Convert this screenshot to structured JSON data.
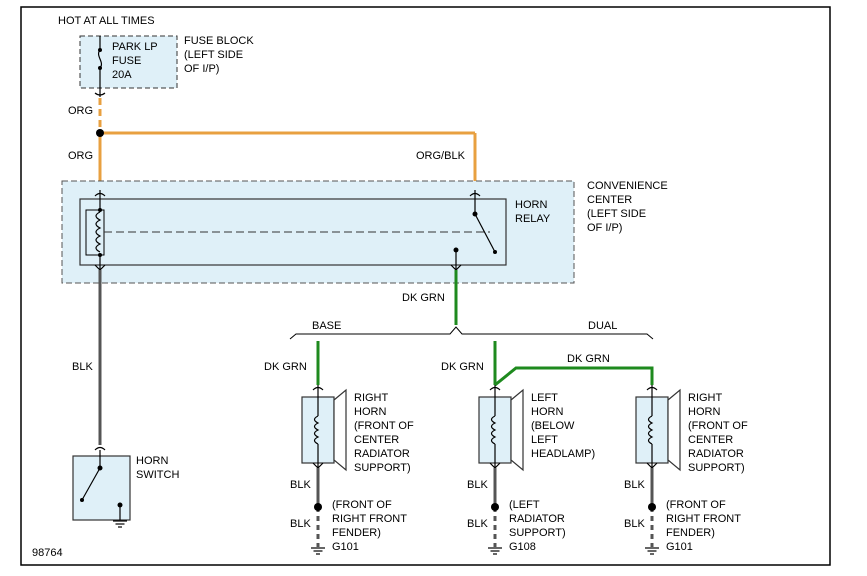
{
  "title": "HOT AT ALL TIMES",
  "diagram_id": "98764",
  "colors": {
    "org": "#e8a040",
    "grn": "#1e8a1e",
    "blk": "#555555",
    "box_fill": "#dff0f8",
    "box_stroke": "#333333"
  },
  "fuse_block": {
    "name": "FUSE BLOCK",
    "location_1": "(LEFT SIDE",
    "location_2": "OF I/P)",
    "fuse_1": "PARK LP",
    "fuse_2": "FUSE",
    "fuse_3": "20A"
  },
  "convenience_center": {
    "line_1": "CONVENIENCE",
    "line_2": "CENTER",
    "line_3": "(LEFT SIDE",
    "line_4": "OF I/P)"
  },
  "relay": {
    "line_1": "HORN",
    "line_2": "RELAY"
  },
  "switch": {
    "line_1": "HORN",
    "line_2": "SWITCH"
  },
  "wires": {
    "org_top": "ORG",
    "org_mid": "ORG",
    "org_blk": "ORG/BLK",
    "dk_grn_center": "DK GRN",
    "blk_switch": "BLK",
    "dk_grn_base": "DK GRN",
    "dk_grn_left": "DK GRN",
    "dk_grn_dual": "DK GRN"
  },
  "options": {
    "base": "BASE",
    "dual": "DUAL"
  },
  "horns": [
    {
      "l1": "RIGHT",
      "l2": "HORN",
      "l3": "(FRONT OF",
      "l4": "CENTER",
      "l5": "RADIATOR",
      "l6": "SUPPORT)",
      "blk_1": "BLK",
      "blk_2": "BLK",
      "g1": "(FRONT OF",
      "g2": "RIGHT FRONT",
      "g3": "FENDER)",
      "ground": "G101"
    },
    {
      "l1": "LEFT",
      "l2": "HORN",
      "l3": "(BELOW",
      "l4": "LEFT",
      "l5": "HEADLAMP)",
      "l6": "",
      "blk_1": "BLK",
      "blk_2": "BLK",
      "g1": "(LEFT",
      "g2": "RADIATOR",
      "g3": "SUPPORT)",
      "ground": "G108"
    },
    {
      "l1": "RIGHT",
      "l2": "HORN",
      "l3": "(FRONT OF",
      "l4": "CENTER",
      "l5": "RADIATOR",
      "l6": "SUPPORT)",
      "blk_1": "BLK",
      "blk_2": "BLK",
      "g1": "(FRONT OF",
      "g2": "RIGHT FRONT",
      "g3": "FENDER)",
      "ground": "G101"
    }
  ]
}
